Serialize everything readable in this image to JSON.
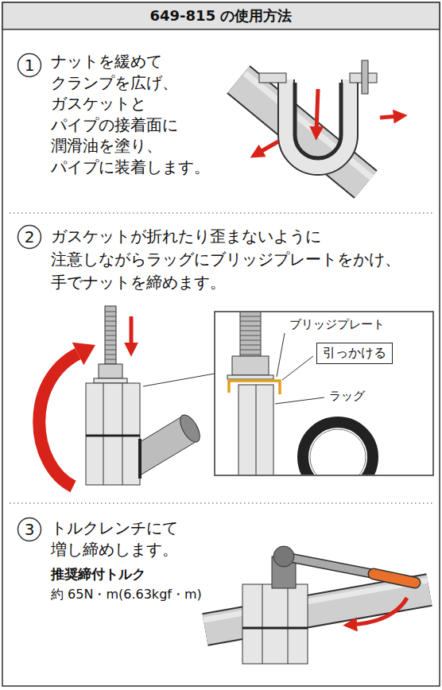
{
  "diagram": {
    "title": "649-815 の使用方法",
    "nodes": [
      {
        "text": [
          "1"
        ]
      },
      {
        "text": [
          "2"
        ]
      },
      {
        "text": [
          "引っかける"
        ]
      },
      {
        "text": [
          "3"
        ]
      }
    ],
    "labels": [
      "ナットを緩めて クランプを広げ、 ガスケットと パイプの接着面に 潤滑油を塗り、 パイプに装着します。",
      "ガスケットが折れたり歪まないように 注意しながらラッグにブリッジプレートをかけ、 手でナットを締めます。",
      "ブリッジプレート",
      "ラッグ",
      "トルクレンチにて 増し締めします。",
      "推奨締付トルク",
      "約 65N・m(6.63kgf・m)"
    ]
  }
}
